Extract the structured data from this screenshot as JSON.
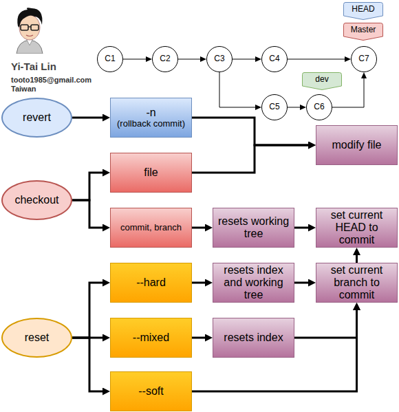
{
  "diagram": {
    "nodes": [
      {
        "text": [
          "HEAD"
        ]
      },
      {
        "text": [
          "Master"
        ]
      },
      {
        "text": [
          "C1"
        ]
      },
      {
        "text": [
          "C2"
        ]
      },
      {
        "text": [
          "C3"
        ]
      },
      {
        "text": [
          "C4"
        ]
      },
      {
        "text": [
          "C7"
        ]
      },
      {
        "text": [
          "dev"
        ]
      },
      {
        "text": [
          "C5"
        ]
      },
      {
        "text": [
          "C6"
        ]
      },
      {
        "text": [
          "revert"
        ]
      },
      {
        "text": [
          "-n",
          "(rollback commit)"
        ]
      },
      {
        "text": [
          "modify file"
        ]
      },
      {
        "text": [
          "file"
        ]
      },
      {
        "text": [
          "checkout"
        ]
      },
      {
        "text": [
          "commit, branch"
        ]
      },
      {
        "text": [
          "resets working tree"
        ]
      },
      {
        "text": [
          "set current HEAD to commit"
        ]
      },
      {
        "text": [
          "--hard"
        ]
      },
      {
        "text": [
          "resets index and working tree"
        ]
      },
      {
        "text": [
          "set current branch to commit"
        ]
      },
      {
        "text": [
          "reset"
        ]
      },
      {
        "text": [
          "--mixed"
        ]
      },
      {
        "text": [
          "resets index"
        ]
      },
      {
        "text": [
          "--soft"
        ]
      }
    ],
    "edges": [
      {
        "from": 2,
        "to": 3,
        "arrow": "to"
      },
      {
        "from": 3,
        "to": 4,
        "arrow": "to"
      },
      {
        "from": 4,
        "to": 5,
        "arrow": "to"
      },
      {
        "from": 5,
        "to": 6,
        "arrow": "to"
      },
      {
        "from": 4,
        "to": 8,
        "arrow": "to"
      },
      {
        "from": 8,
        "to": 9,
        "arrow": "to"
      },
      {
        "from": 9,
        "to": 6,
        "arrow": "to"
      },
      {
        "from": 10,
        "to": 11,
        "arrow": "to"
      },
      {
        "from": 11,
        "to": 12,
        "arrow": "to"
      },
      {
        "from": 13,
        "to": 12,
        "arrow": "to"
      },
      {
        "from": 14,
        "to": 13,
        "arrow": "to"
      },
      {
        "from": 14,
        "to": 15,
        "arrow": "to"
      },
      {
        "from": 15,
        "to": 16,
        "arrow": "to"
      },
      {
        "from": 16,
        "to": 17,
        "arrow": "to"
      },
      {
        "from": 20,
        "to": 17,
        "arrow": "to"
      },
      {
        "from": 21,
        "to": 18,
        "arrow": "to"
      },
      {
        "from": 21,
        "to": 22,
        "arrow": "to"
      },
      {
        "from": 21,
        "to": 24,
        "arrow": "to"
      },
      {
        "from": 18,
        "to": 19,
        "arrow": "to"
      },
      {
        "from": 19,
        "to": 20,
        "arrow": "to"
      },
      {
        "from": 22,
        "to": 23,
        "arrow": "to"
      },
      {
        "from": 23,
        "to": 20,
        "arrow": "to"
      },
      {
        "from": 24,
        "to": 20,
        "arrow": "to"
      }
    ],
    "labels": [
      "Yi-Tai Lin",
      "tooto1985@gmail.com",
      "Taiwan"
    ]
  }
}
